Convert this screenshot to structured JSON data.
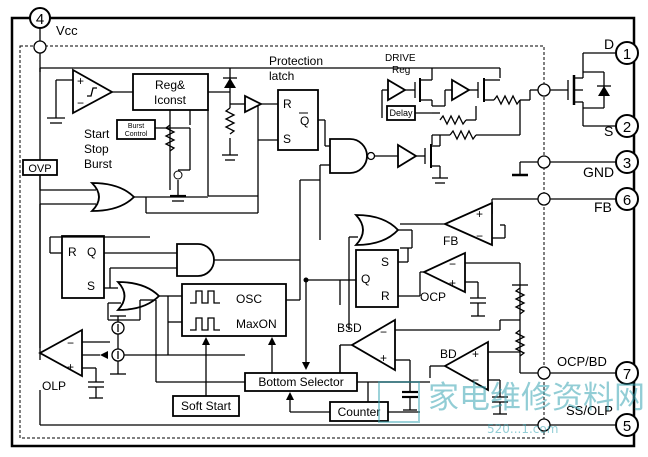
{
  "pins": [
    {
      "num": "4",
      "name": "Vcc"
    },
    {
      "num": "1",
      "name": "D"
    },
    {
      "num": "2",
      "name": "S"
    },
    {
      "num": "3",
      "name": "GND"
    },
    {
      "num": "6",
      "name": "FB"
    },
    {
      "num": "7",
      "name": "OCP/BD"
    },
    {
      "num": "5",
      "name": "SS/OLP"
    }
  ],
  "blocks": {
    "reg": "Reg&",
    "reg2": "Iconst",
    "burst1": "Burst",
    "burst2": "Control",
    "ovp": "OVP",
    "osc": "OSC",
    "maxon": "MaxON",
    "bottom_selector": "Bottom Selector",
    "soft_start": "Soft Start",
    "counter": "Counter",
    "delay": "Delay"
  },
  "labels": {
    "protection1": "Protection",
    "protection2": "latch",
    "drive1": "DRIVE",
    "drive2": "Reg",
    "start": "Start",
    "stop": "Stop",
    "burst": "Burst",
    "fb_amp": "FB",
    "ocp_amp": "OCP",
    "bsd": "BSD",
    "bd": "BD",
    "olp": "OLP",
    "latch_r": "R",
    "latch_q": "Q",
    "latch_s": "S",
    "ff1_r": "R",
    "ff1_q": "Q",
    "ff1_s": "S",
    "ff2_s": "S",
    "ff2_q": "Q",
    "ff2_r": "R"
  },
  "watermark": "家电维修资料网",
  "watermark_url": "520...1.com"
}
